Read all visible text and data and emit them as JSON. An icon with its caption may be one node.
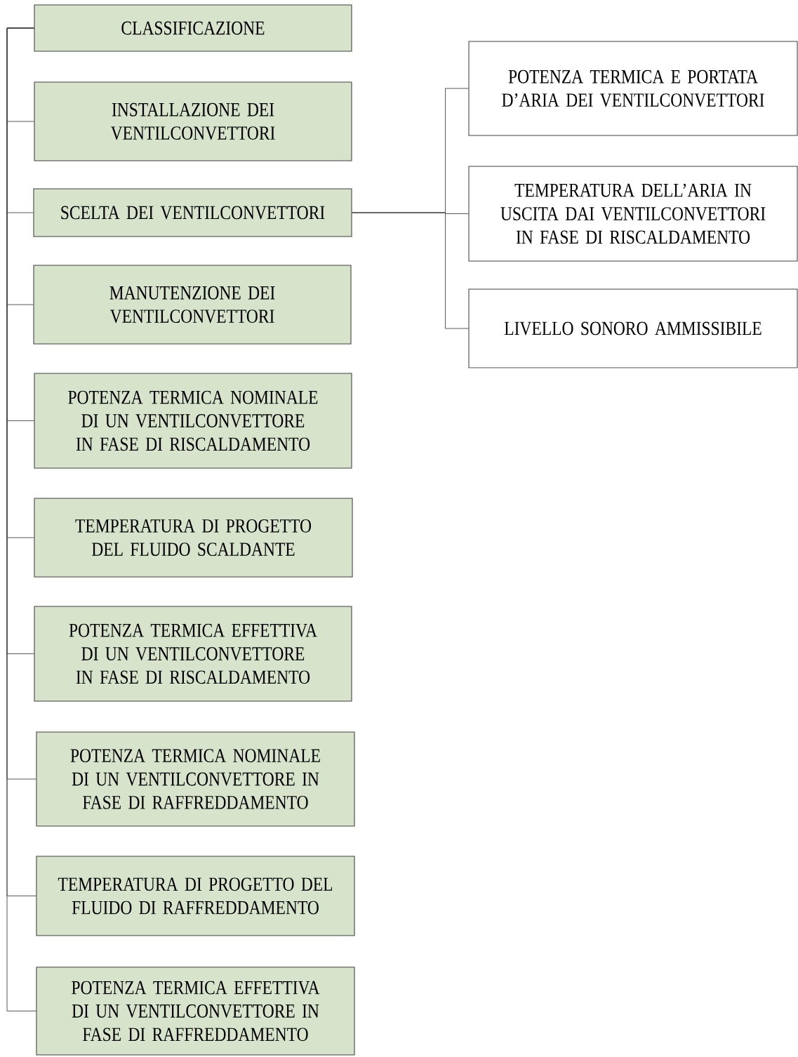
{
  "diagram": {
    "nodes": [
      {
        "text": [
          "CLASSIFICAZIONE"
        ]
      },
      {
        "text": [
          "INSTALLAZIONE DEI VENTILCONVETTORI"
        ]
      },
      {
        "text": [
          "SCELTA DEI VENTILCONVETTORI"
        ]
      },
      {
        "text": [
          "MANUTENZIONE DEI VENTILCONVETTORI"
        ]
      },
      {
        "text": [
          "POTENZA TERMICA NOMINALE DI UN VENTILCONVETTORE IN FASE DI RISCALDAMENTO"
        ]
      },
      {
        "text": [
          "TEMPERATURA DI PROGETTO DEL FLUIDO SCALDANTE"
        ]
      },
      {
        "text": [
          "POTENZA TERMICA EFFETTIVA DI UN VENTILCONVETTORE IN FASE DI RISCALDAMENTO"
        ]
      },
      {
        "text": [
          "POTENZA TERMICA NOMINALE DI UN VENTILCONVETTORE IN FASE DI RAFFREDDAMENTO"
        ]
      },
      {
        "text": [
          "TEMPERATURA DI PROGETTO DEL FLUIDO DI RAFFREDDAMENTO"
        ]
      },
      {
        "text": [
          "POTENZA TERMICA EFFETTIVA DI UN VENTILCONVETTORE IN FASE DI RAFFREDDAMENTO"
        ]
      },
      {
        "text": [
          "POTENZA TERMICA E PORTATA D’ARIA DEI VENTILCONVETTORI"
        ]
      },
      {
        "text": [
          "TEMPERATURA DELL’ARIA IN USCITA DAI VENTILCONVETTORI IN FASE DI RISCALDAMENTO"
        ]
      },
      {
        "text": [
          "LIVELLO SONORO AMMISSIBILE"
        ]
      }
    ],
    "edges": [
      {
        "from": 0,
        "to": 1,
        "arrow": "none"
      },
      {
        "from": 0,
        "to": 2,
        "arrow": "none"
      },
      {
        "from": 0,
        "to": 3,
        "arrow": "none"
      },
      {
        "from": 0,
        "to": 4,
        "arrow": "none"
      },
      {
        "from": 0,
        "to": 5,
        "arrow": "none"
      },
      {
        "from": 0,
        "to": 6,
        "arrow": "none"
      },
      {
        "from": 0,
        "to": 7,
        "arrow": "none"
      },
      {
        "from": 0,
        "to": 8,
        "arrow": "none"
      },
      {
        "from": 0,
        "to": 9,
        "arrow": "none"
      },
      {
        "from": 2,
        "to": 10,
        "arrow": "none"
      },
      {
        "from": 2,
        "to": 11,
        "arrow": "none"
      },
      {
        "from": 2,
        "to": 12,
        "arrow": "none"
      }
    ]
  }
}
